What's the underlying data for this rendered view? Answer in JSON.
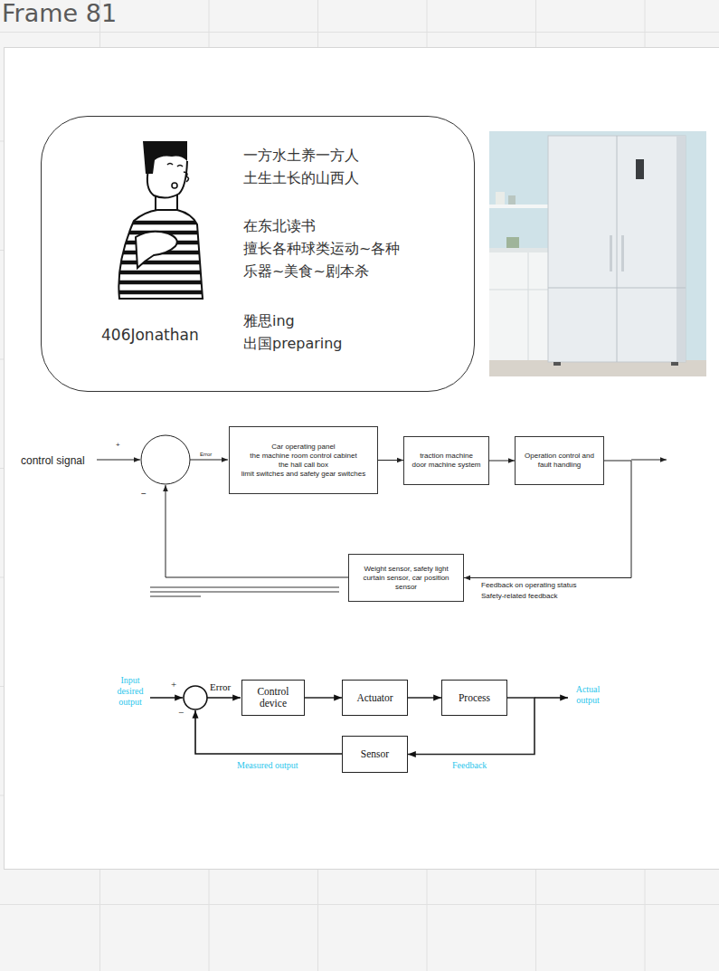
{
  "diagram": {
    "title": "Frame 81",
    "nodes": [
      {
        "text": [
          "一方水土养一方人 土生土长的山西人",
          "在东北读书 擅长各种球类运动~各种 乐器~美食~剧本杀",
          "雅思ing 出国preparing",
          "406Jonathan"
        ]
      },
      {
        "text": [
          "Car operating panel the machine room control cabinet the hall call box limit switches and safety gear switches"
        ]
      },
      {
        "text": [
          "traction machine door machine system"
        ]
      },
      {
        "text": [
          "Operation control and fault handling"
        ]
      },
      {
        "text": [
          "Weight sensor, safety light curtain sensor, car position sensor"
        ]
      },
      {
        "text": [
          "Control device"
        ]
      },
      {
        "text": [
          "Actuator"
        ]
      },
      {
        "text": [
          "Process"
        ]
      },
      {
        "text": [
          "Sensor"
        ]
      }
    ],
    "edges": [
      {
        "from": 1,
        "to": 2,
        "arrow": "to"
      },
      {
        "from": 2,
        "to": 3,
        "arrow": "to"
      },
      {
        "from": 3,
        "to": 4,
        "arrow": "to"
      },
      {
        "from": 5,
        "to": 6,
        "arrow": "to"
      },
      {
        "from": 6,
        "to": 7,
        "arrow": "to"
      },
      {
        "from": 7,
        "to": 8,
        "arrow": "to"
      }
    ],
    "labels": [
      "control signal",
      "+",
      "−",
      "Error",
      "Feedback on operating status",
      "Safety-related feedback",
      "Input desired output",
      "+",
      "−",
      "Error",
      "Actual output",
      "Measured output",
      "Feedback"
    ]
  }
}
